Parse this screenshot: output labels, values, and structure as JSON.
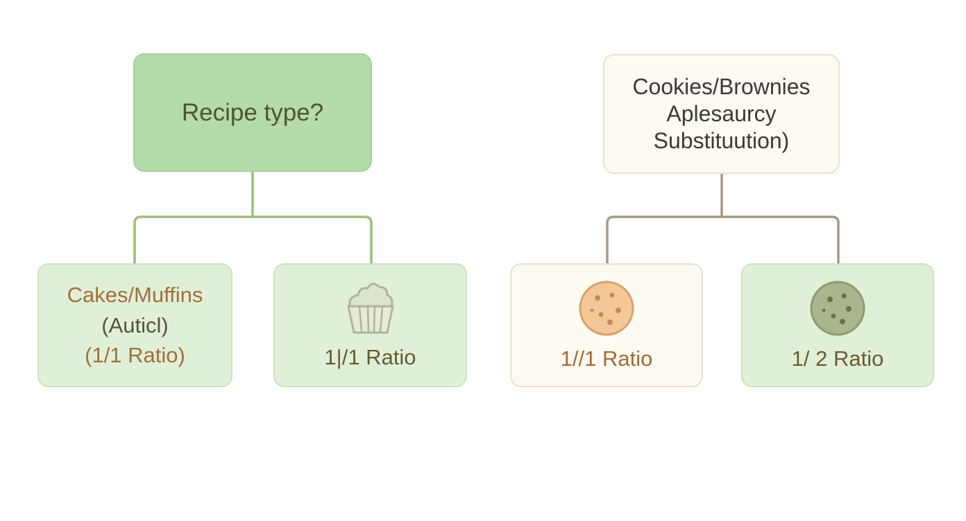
{
  "colors": {
    "green_strong": "#b5dba8",
    "green_soft": "#e0f0d8",
    "cream": "#fdfaf2",
    "connector_green": "#9ebd78",
    "connector_brown": "#a89886"
  },
  "left_tree": {
    "root": {
      "label": "Recipe type?"
    },
    "children": [
      {
        "lines": [
          "Cakes/Muffins",
          "(Auticl)",
          "(1/1 Ratio)"
        ]
      },
      {
        "icon": "cupcake-icon",
        "label": "1|/1 Ratio"
      }
    ]
  },
  "right_tree": {
    "root": {
      "lines": [
        "Cookies/Brownies",
        "Aplesaurcy",
        "Substituution)"
      ]
    },
    "children": [
      {
        "icon": "cookie-icon",
        "label": "1//1 Ratio"
      },
      {
        "icon": "cookie-icon",
        "label": "1/ 2 Ratio"
      }
    ]
  }
}
